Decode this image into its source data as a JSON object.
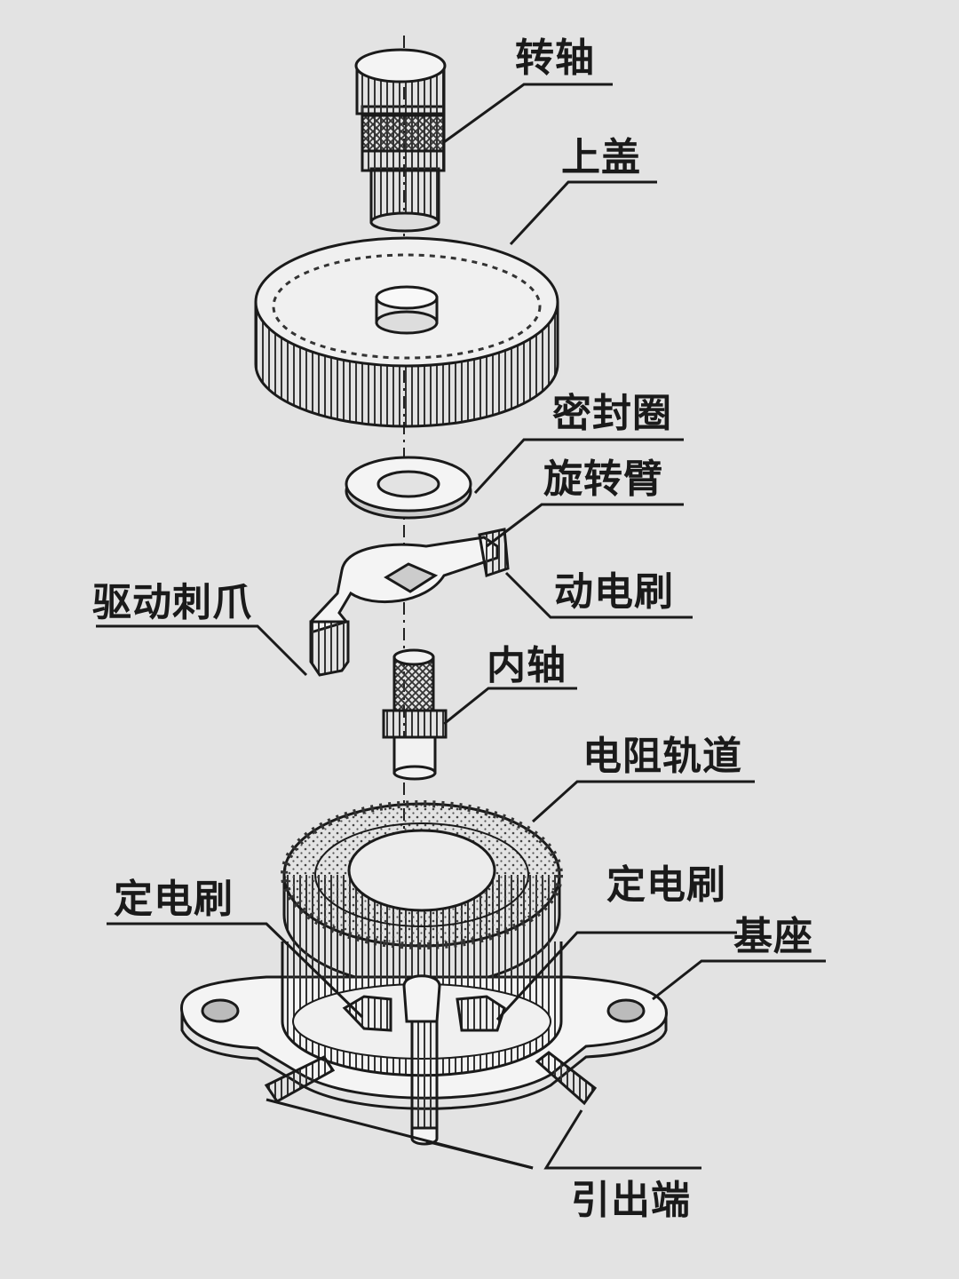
{
  "colors": {
    "paper": "#e3e3e3",
    "ink": "#1a1a1a",
    "hatch": "#555555"
  },
  "labels": {
    "shaft": "转轴",
    "top_cover": "上盖",
    "seal_ring": "密封圈",
    "rotating_arm": "旋转臂",
    "moving_brush": "动电刷",
    "drive_pawl": "驱动刺爪",
    "inner_shaft": "内轴",
    "resistance_track": "电阻轨道",
    "fixed_brush_left": "定电刷",
    "fixed_brush_right": "定电刷",
    "base": "基座",
    "lead_terminals": "引出端"
  }
}
